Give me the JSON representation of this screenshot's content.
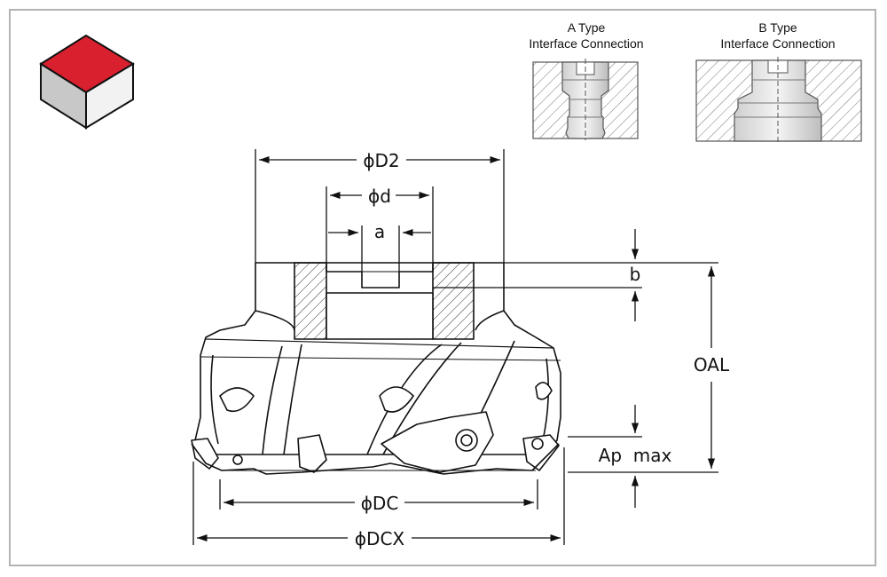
{
  "logo": {
    "top_color": "#d9202f",
    "left_color": "#c8c8c8",
    "right_color": "#f2f2f2"
  },
  "interfaces": {
    "a_type": {
      "line1": "A Type",
      "line2": "Interface Connection"
    },
    "b_type": {
      "line1": "B Type",
      "line2": "Interface Connection"
    }
  },
  "dimensions": {
    "d2": "ϕD2",
    "d": "ϕd",
    "a": "a",
    "b": "b",
    "oal": "OAL",
    "ap_max": "Ap  max",
    "dc": "ϕDC",
    "dcx": "ϕDCX"
  }
}
